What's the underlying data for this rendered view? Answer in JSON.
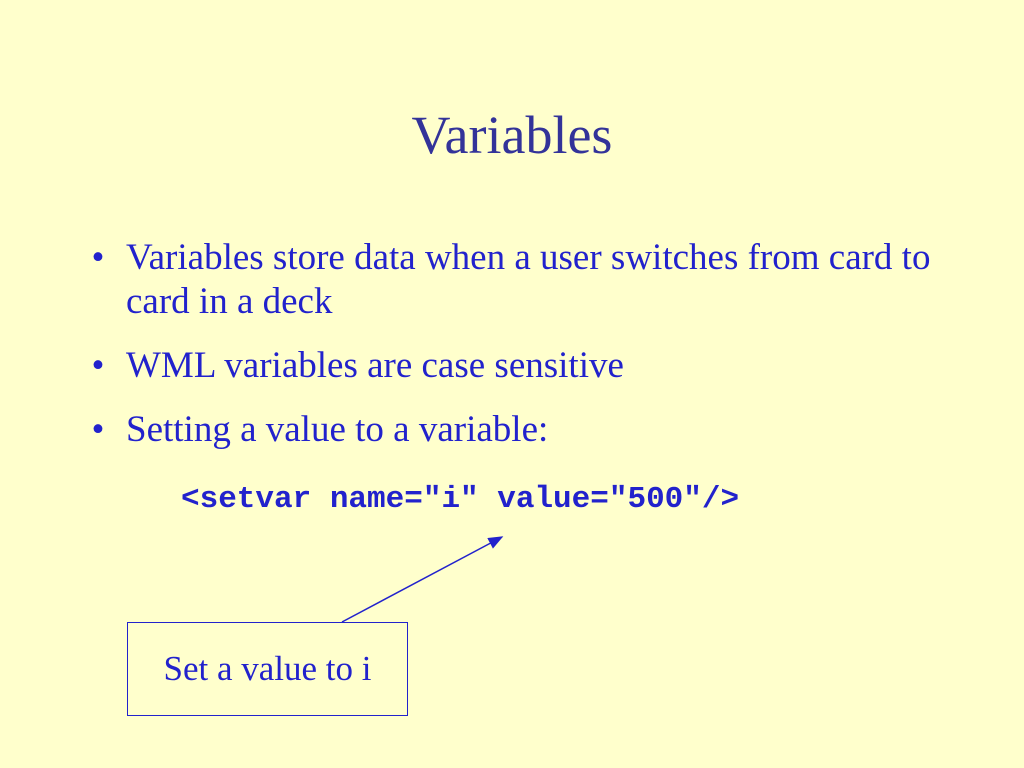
{
  "slide": {
    "title": "Variables",
    "bullets": [
      {
        "marker": "•",
        "text": "Variables store data when a user switches from card to card in a deck"
      },
      {
        "marker": "•",
        "text": "WML variables are case sensitive"
      },
      {
        "marker": "•",
        "text": "Setting a value to a variable:"
      }
    ],
    "code": "<setvar name=\"i\" value=\"500\"/>",
    "callout": "Set a value to i"
  },
  "colors": {
    "background": "#ffffcc",
    "title": "#333399",
    "text": "#2222cc"
  }
}
